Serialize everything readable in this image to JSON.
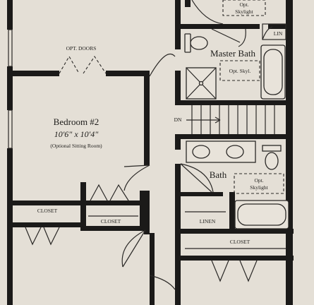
{
  "labels": {
    "bedroom2_name": "Bedroom #2",
    "bedroom2_dims": "10'6\" x 10'4\"",
    "bedroom2_note": "(Optional Sitting Room)",
    "opt_doors": "OPT. DOORS",
    "master_bath": "Master Bath",
    "opt_skyl": "Opt. Skyl.",
    "opt_skylight_top_line1": "Opt.",
    "opt_skylight_top_line2": "Skylight",
    "lin": "LIN",
    "dn": "DN",
    "bath": "Bath",
    "opt_skylight_bath_line1": "Opt.",
    "opt_skylight_bath_line2": "Skylight",
    "closet_left": "CLOSET",
    "closet_middle": "CLOSET",
    "closet_bottom": "CLOSET",
    "linen": "LINEN"
  },
  "colors": {
    "paper": "#e4dfd6",
    "ink": "#1b1a19"
  }
}
